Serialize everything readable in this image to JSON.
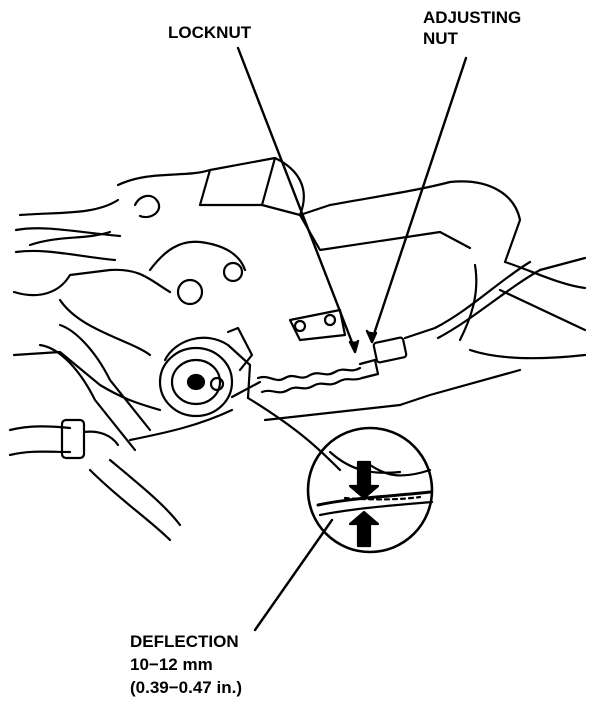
{
  "labels": {
    "locknut": "LOCKNUT",
    "adjusting_line1": "ADJUSTING",
    "adjusting_line2": "NUT",
    "deflection_title": "DEFLECTION",
    "deflection_mm": "10−12 mm",
    "deflection_in": "(0.39−0.47 in.)"
  },
  "colors": {
    "ink": "#000000",
    "paper": "#ffffff"
  }
}
